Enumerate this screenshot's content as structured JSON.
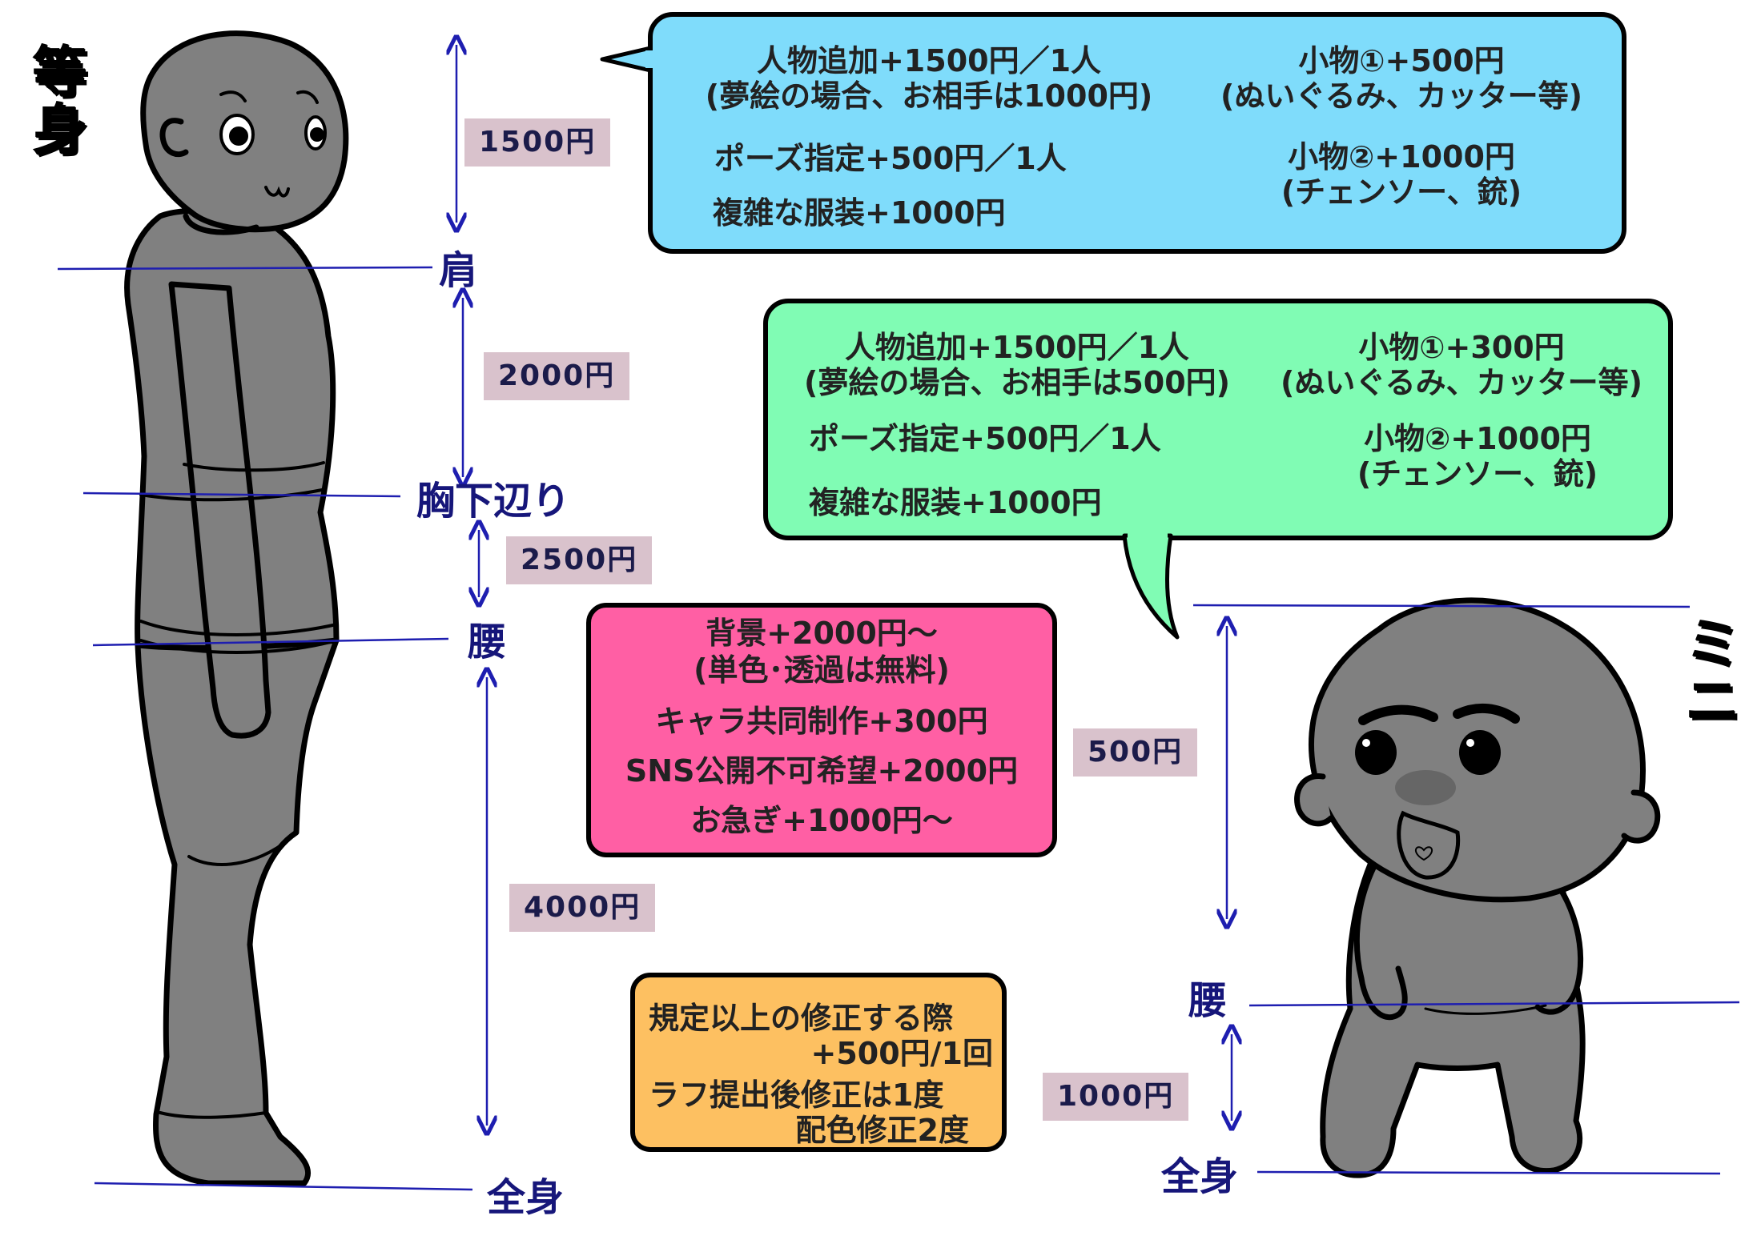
{
  "titles": {
    "left_vertical": [
      "等",
      "身"
    ],
    "right_vertical": [
      "ミ",
      "ニ"
    ]
  },
  "left_figure": {
    "marks": {
      "shoulder": "肩",
      "under_chest": "胸下辺り",
      "waist": "腰",
      "full": "全身"
    },
    "prices": {
      "shoulder": "1500円",
      "under_chest": "2000円",
      "waist": "2500円",
      "full": "4000円"
    }
  },
  "right_figure": {
    "marks": {
      "waist": "腰",
      "full": "全身"
    },
    "prices": {
      "waist": "500円",
      "full": "1000円"
    }
  },
  "blue_box": {
    "people_line1": "人物追加+1500円／1人",
    "people_line2": "(夢絵の場合、お相手は1000円)",
    "pose": "ポーズ指定+500円／1人",
    "outfit": "複雑な服装+1000円",
    "prop1_line1": "小物①+500円",
    "prop1_line2": "(ぬいぐるみ、カッター等)",
    "prop2_line1": "小物②+1000円",
    "prop2_line2": "(チェンソー、銃)"
  },
  "green_box": {
    "people_line1": "人物追加+1500円／1人",
    "people_line2": "(夢絵の場合、お相手は500円)",
    "pose": "ポーズ指定+500円／1人",
    "outfit": "複雑な服装+1000円",
    "prop1_line1": "小物①+300円",
    "prop1_line2": "(ぬいぐるみ、カッター等)",
    "prop2_line1": "小物②+1000円",
    "prop2_line2": "(チェンソー、銃)"
  },
  "pink_box": {
    "line1": "背景+2000円～",
    "line2": "(単色･透過は無料)",
    "line3": "キャラ共同制作+300円",
    "line4": "SNS公開不可希望+2000円",
    "line5": "お急ぎ+1000円～"
  },
  "orange_box": {
    "line1": "規定以上の修正する際",
    "line2": "+500円/1回",
    "line3": "ラフ提出後修正は1度",
    "line4": "配色修正2度"
  },
  "colors": {
    "blue_box": "#7fdcfb",
    "green_box": "#80fcb4",
    "pink_box": "#ff5fa4",
    "orange_box": "#fdc061",
    "price_tag": "#d9c2cc",
    "guide_lines": "#1e1eb0",
    "figure_fill": "#808080"
  }
}
